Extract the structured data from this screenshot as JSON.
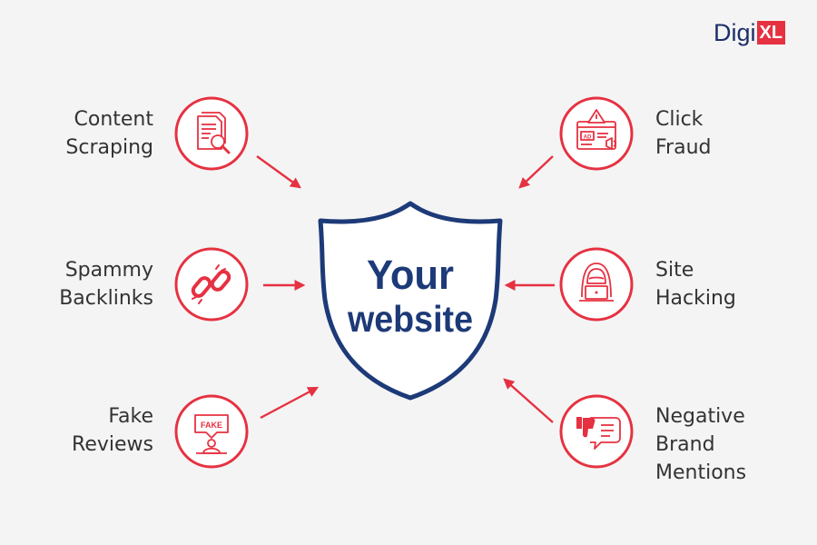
{
  "logo": {
    "text_main": "Digi",
    "text_badge": "XL"
  },
  "center": {
    "line1": "Your",
    "line2": "website"
  },
  "threats": {
    "content_scraping": {
      "line1": "Content",
      "line2": "Scraping",
      "icon": "document-search-icon"
    },
    "spammy_backlinks": {
      "line1": "Spammy",
      "line2": "Backlinks",
      "icon": "broken-link-icon"
    },
    "fake_reviews": {
      "line1": "Fake",
      "line2": "Reviews",
      "icon": "fake-review-icon",
      "bubble": "FAKE"
    },
    "click_fraud": {
      "line1": "Click",
      "line2": "Fraud",
      "icon": "ad-warning-icon",
      "ad_tag": "AD"
    },
    "site_hacking": {
      "line1": "Site",
      "line2": "Hacking",
      "icon": "hacker-icon"
    },
    "negative_brand_mentions": {
      "line1": "Negative",
      "line2": "Brand",
      "line3": "Mentions",
      "icon": "thumbs-down-chat-icon"
    }
  },
  "colors": {
    "accent": "#e63141",
    "shield": "#1d3a78",
    "background": "#f4f4f4",
    "text": "#333333"
  }
}
